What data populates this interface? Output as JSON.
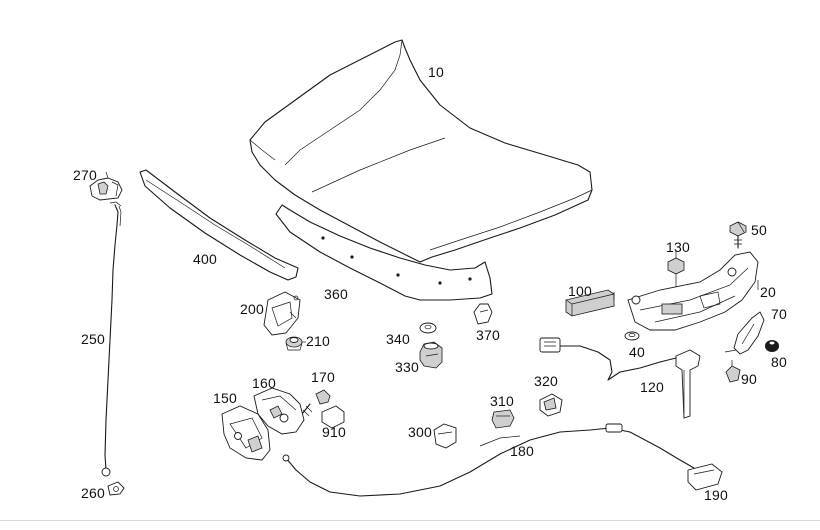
{
  "diagram": {
    "labels": [
      {
        "id": "p10",
        "text": "10"
      },
      {
        "id": "p270",
        "text": "270"
      },
      {
        "id": "p400",
        "text": "400"
      },
      {
        "id": "p360",
        "text": "360"
      },
      {
        "id": "p130",
        "text": "130"
      },
      {
        "id": "p50",
        "text": "50"
      },
      {
        "id": "p100",
        "text": "100"
      },
      {
        "id": "p20",
        "text": "20"
      },
      {
        "id": "p200",
        "text": "200"
      },
      {
        "id": "p210",
        "text": "210"
      },
      {
        "id": "p340",
        "text": "340"
      },
      {
        "id": "p370",
        "text": "370"
      },
      {
        "id": "p70",
        "text": "70"
      },
      {
        "id": "p250",
        "text": "250"
      },
      {
        "id": "p330",
        "text": "330"
      },
      {
        "id": "p40",
        "text": "40"
      },
      {
        "id": "p80",
        "text": "80"
      },
      {
        "id": "p170",
        "text": "170"
      },
      {
        "id": "p160",
        "text": "160"
      },
      {
        "id": "p320",
        "text": "320"
      },
      {
        "id": "p90",
        "text": "90"
      },
      {
        "id": "p120",
        "text": "120"
      },
      {
        "id": "p150",
        "text": "150"
      },
      {
        "id": "p310",
        "text": "310"
      },
      {
        "id": "p910",
        "text": "910"
      },
      {
        "id": "p300",
        "text": "300"
      },
      {
        "id": "p180",
        "text": "180"
      },
      {
        "id": "p260",
        "text": "260"
      },
      {
        "id": "p190",
        "text": "190"
      }
    ]
  }
}
